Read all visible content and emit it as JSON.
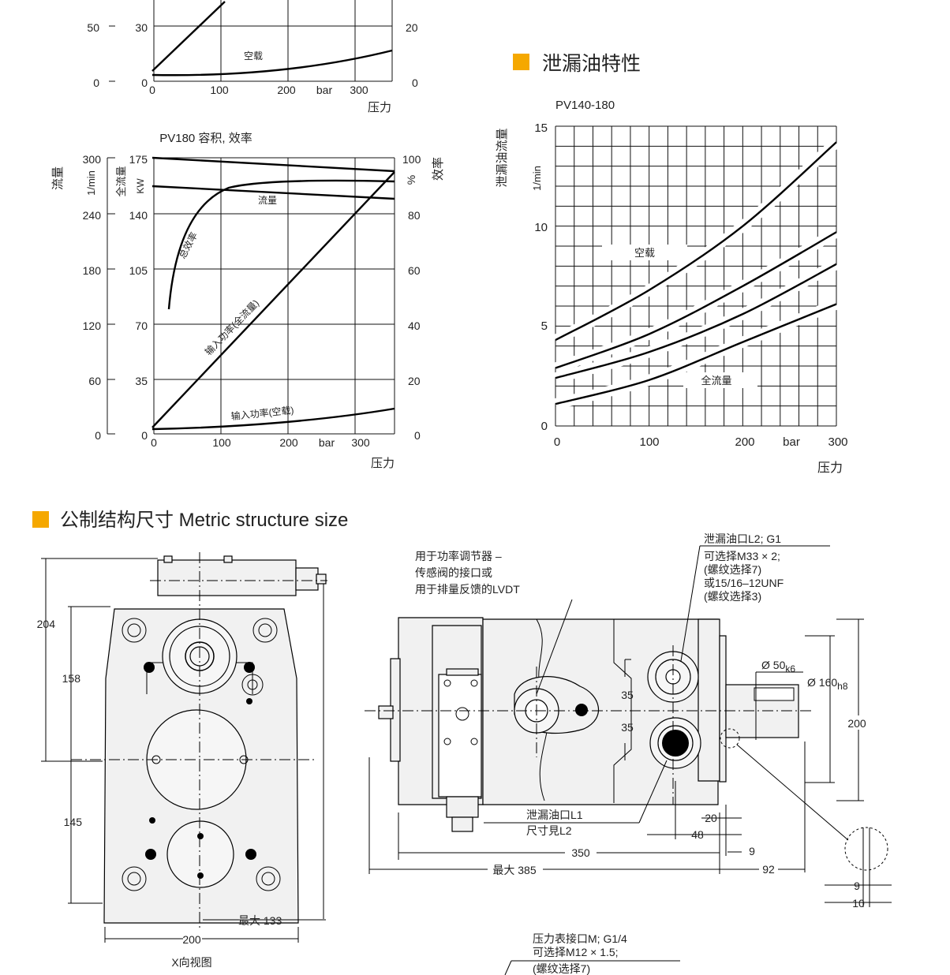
{
  "colors": {
    "accent": "#f5a800"
  },
  "headings": {
    "leak": "泄漏油特性",
    "metric": "公制结构尺寸  Metric structure size"
  },
  "chart_top": {
    "y1_ticks": [
      "50",
      "0"
    ],
    "y2_ticks": [
      "30",
      "0"
    ],
    "y3_ticks": [
      "20",
      "0"
    ],
    "x_ticks": [
      "0",
      "100",
      "200",
      "bar",
      "300"
    ],
    "xlabel": "压力",
    "curve_label": "空载"
  },
  "chart_pv180": {
    "title": "PV180 容积, 效率",
    "y1_name": "流量",
    "y1_unit": "1/min",
    "y1_ticks": [
      "300",
      "240",
      "180",
      "120",
      "60",
      "0"
    ],
    "y2_name": "全流量",
    "y2_unit": "KW",
    "y2_ticks": [
      "175",
      "140",
      "105",
      "70",
      "35",
      "0"
    ],
    "y3_unit": "%",
    "y3_name": "效率",
    "y3_ticks": [
      "100",
      "80",
      "60",
      "40",
      "20",
      "0"
    ],
    "x_ticks": [
      "0",
      "100",
      "200",
      "bar",
      "300"
    ],
    "xlabel": "压力",
    "labels": {
      "flow": "流量",
      "efficiency": "总效率",
      "input_full": "输入功率(全流量)",
      "input_idle": "输入功率(空载)"
    }
  },
  "chart_data": {
    "type": "line",
    "title": "PV140-180",
    "ylabel": "泄漏油流量",
    "yunit": "1/min",
    "xlabel": "压力",
    "x_ticks": [
      "0",
      "100",
      "200",
      "bar",
      "300"
    ],
    "y_ticks": [
      "15",
      "10",
      "5",
      "0"
    ],
    "xlim": [
      0,
      300
    ],
    "ylim": [
      0,
      15
    ],
    "series": [
      {
        "name": "空载",
        "x": [
          0,
          100,
          200,
          300
        ],
        "y": [
          4.3,
          6.8,
          10.0,
          14.2
        ]
      },
      {
        "x": [
          0,
          100,
          200,
          300
        ],
        "y": [
          2.9,
          4.6,
          7.0,
          9.7
        ]
      },
      {
        "x": [
          0,
          100,
          200,
          300
        ],
        "y": [
          2.4,
          3.7,
          5.6,
          8.1
        ]
      },
      {
        "name": "全流量",
        "x": [
          0,
          100,
          200,
          300
        ],
        "y": [
          1.1,
          2.3,
          4.2,
          6.1
        ]
      }
    ]
  },
  "drawing": {
    "dims_left": {
      "d204": "204",
      "d158": "158",
      "d145": "145",
      "d133": "最大 133",
      "d200": "200"
    },
    "xview": "X向视图",
    "note_top_1": "用于功率调节器 –",
    "note_top_2": "传感阀的接口或",
    "note_top_3": "用于排量反馈的LVDT",
    "leak_l2_1": "泄漏油口L2; G1",
    "leak_l2_2": "可选择M33 × 2;",
    "leak_l2_3": "(螺纹选择7)",
    "leak_l2_4": "或15/16–12UNF",
    "leak_l2_5": "(螺纹选择3)",
    "d50": "Ø 50",
    "d50s": "k6",
    "d160": "Ø 160",
    "d160s": "h8",
    "d200r": "200",
    "d35a": "35",
    "d35b": "35",
    "leak_l1_1": "泄漏油口L1",
    "leak_l1_2": "尺寸見L2",
    "d20": "20",
    "d48": "48",
    "d350": "350",
    "d9a": "9",
    "d385": "最大 385",
    "d92": "92",
    "d9b": "9",
    "d10": "10",
    "gauge_1": "压力表接口M; G1/4",
    "gauge_2": "可选择M12 × 1.5;",
    "gauge_3": "(螺纹选择7)"
  }
}
